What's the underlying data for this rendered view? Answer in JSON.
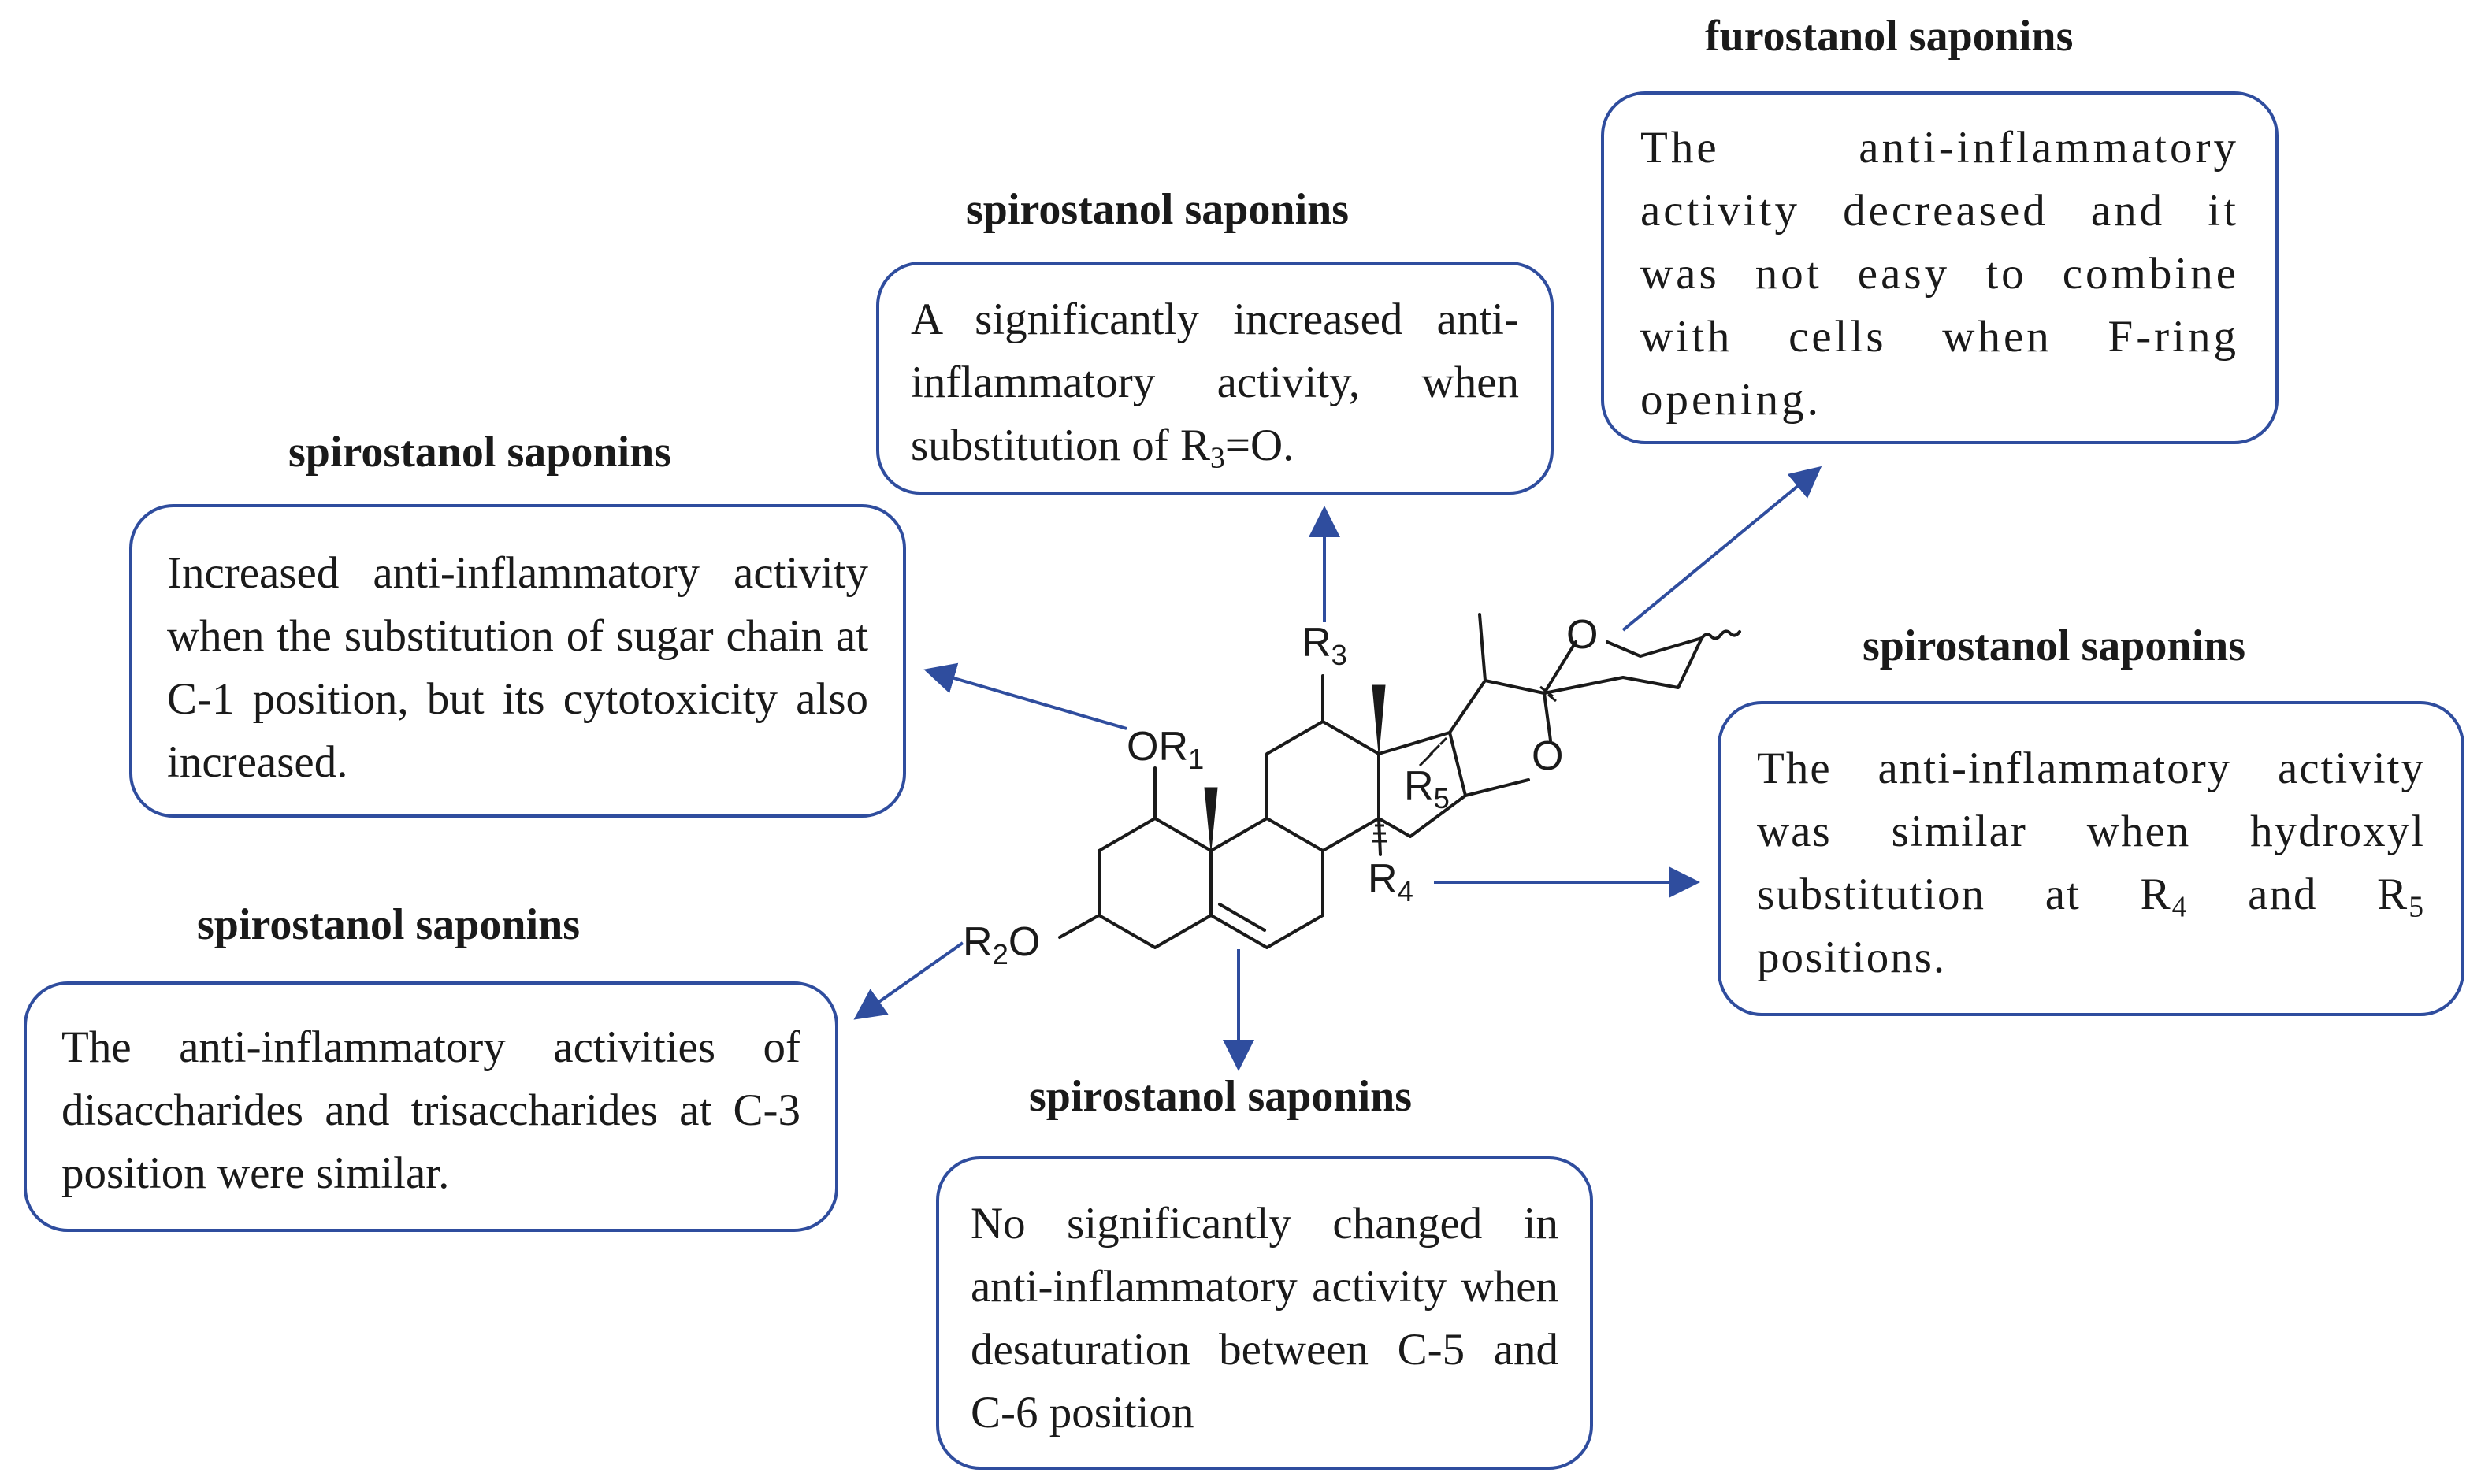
{
  "annotations": {
    "c1": {
      "heading": "spirostanol saponins",
      "text": "Increased anti-inflammatory activity when the substitution of sugar chain at C-1 position, but its cytotoxicity also increased."
    },
    "r3": {
      "heading": "spirostanol saponins",
      "text_before": "A significantly increased anti-inflammatory activity, when substitution of R",
      "sub": "3",
      "text_after": "=O."
    },
    "f_ring": {
      "heading": "furostanol saponins",
      "text": "The anti-inflammatory activity decreased and it was not easy to combine with cells when F-ring opening."
    },
    "r4_r5": {
      "heading": "spirostanol saponins",
      "text_1": "The anti-inflammatory activity was similar when hydroxyl substitution at R",
      "sub_1": "4",
      "text_2": " and R",
      "sub_2": "5",
      "text_3": " positions."
    },
    "c3": {
      "heading": "spirostanol saponins",
      "text": "The anti-inflammatory activities of disaccharides and trisaccharides at C-3 position were similar."
    },
    "c5_c6": {
      "heading": "spirostanol saponins",
      "text": "No significantly changed in anti-inflammatory activity when desaturation between C-5 and C-6 position"
    }
  },
  "structure_labels": {
    "or1": {
      "main": "OR",
      "sub": "1"
    },
    "r2o": {
      "main": "R",
      "sub": "2",
      "tail": "O"
    },
    "r3": {
      "main": "R",
      "sub": "3"
    },
    "r4": {
      "main": "R",
      "sub": "4"
    },
    "r5": {
      "main": "R",
      "sub": "5"
    },
    "o_ring_e": "O",
    "o_ring_f": "O"
  },
  "colors": {
    "box_border": "#2f4d9e",
    "arrow": "#2f4d9e",
    "bond": "#1a1a1a"
  }
}
